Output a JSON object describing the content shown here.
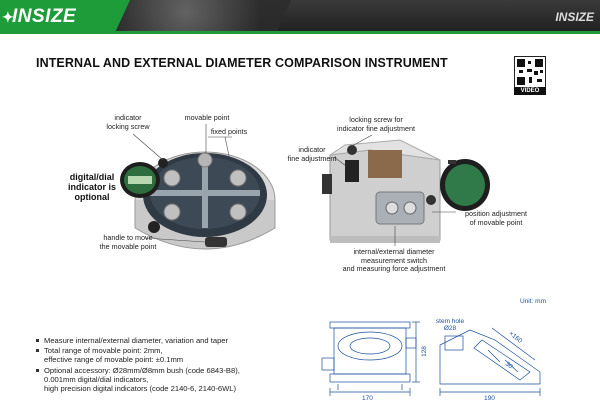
{
  "header": {
    "brand": "INSIZE",
    "brand_right": "INSIZE",
    "brand_color": "#1f9c3a"
  },
  "title": "INTERNAL AND EXTERNAL DIAMETER COMPARISON INSTRUMENT",
  "qr": {
    "badge": "VIDEO"
  },
  "left_callouts": {
    "indicator_locking_screw": "indicator\nlocking screw",
    "movable_point": "movable point",
    "fixed_points": "fixed points",
    "digital_dial": "digital/dial\nindicator is\noptional",
    "handle": "handle to move\nthe movable point"
  },
  "right_callouts": {
    "locking_screw_fine": "locking screw for\nindicator fine adjustment",
    "indicator_fine": "indicator\nfine adjustment",
    "position_adjustment": "position adjustment\nof movable point",
    "switch": "internal/external diameter\nmeasurement switch\nand measuring force adjustment"
  },
  "bullets": [
    "Measure internal/external diameter, variation and taper",
    "Total range of movable point: 2mm,\neffective range of movable point: ±0.1mm",
    "Optional accessory: Ø28mm/Ø8mm bush (code 6843-B8),\n0.001mm digital/dial indicators,\nhigh precision digital indicators (code 2140-6, 2140-6WL)"
  ],
  "drawing": {
    "unit": "Unit: mm",
    "stem_hole": "stem hole\nØ28",
    "dim_width_front": "170",
    "dim_height": "128",
    "dim_width_side": "190",
    "dim_diameter": "×160",
    "dim_small": "30",
    "line_color": "#1a4f9c"
  }
}
